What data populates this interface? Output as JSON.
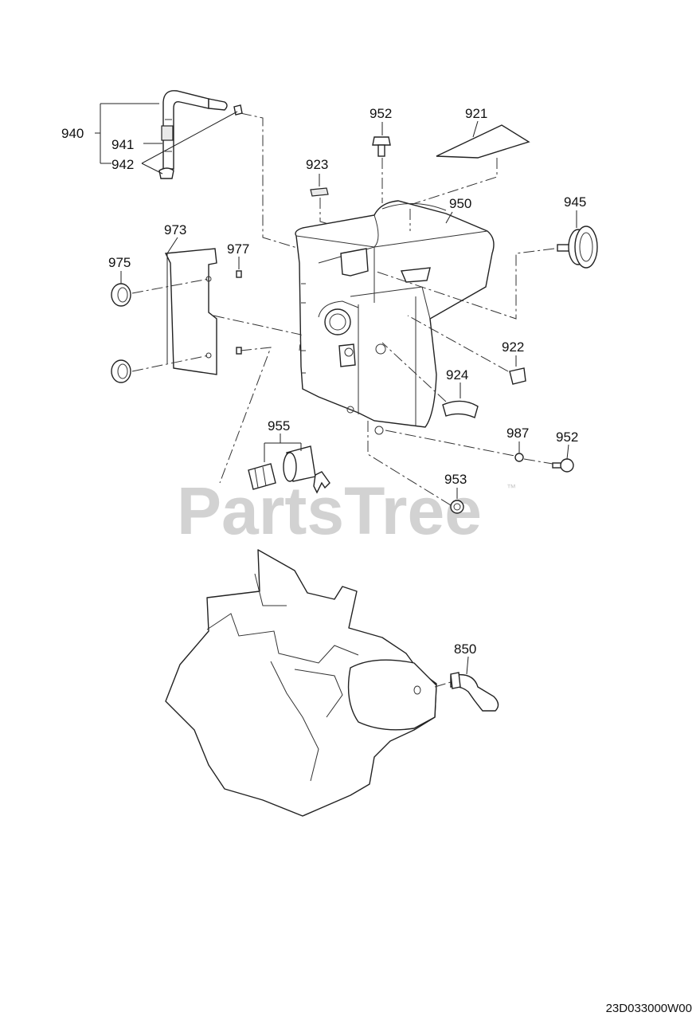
{
  "diagram": {
    "callouts": [
      {
        "id": "c940",
        "text": "940"
      },
      {
        "id": "c941",
        "text": "941"
      },
      {
        "id": "c942",
        "text": "942"
      },
      {
        "id": "c952a",
        "text": "952"
      },
      {
        "id": "c921",
        "text": "921"
      },
      {
        "id": "c923",
        "text": "923"
      },
      {
        "id": "c950",
        "text": "950"
      },
      {
        "id": "c945",
        "text": "945"
      },
      {
        "id": "c973",
        "text": "973"
      },
      {
        "id": "c977",
        "text": "977"
      },
      {
        "id": "c975",
        "text": "975"
      },
      {
        "id": "c922",
        "text": "922"
      },
      {
        "id": "c924",
        "text": "924"
      },
      {
        "id": "c955",
        "text": "955"
      },
      {
        "id": "c987",
        "text": "987"
      },
      {
        "id": "c952b",
        "text": "952"
      },
      {
        "id": "c953",
        "text": "953"
      },
      {
        "id": "c850",
        "text": "850"
      }
    ],
    "watermark": {
      "text": "PartsTree",
      "mark": "™"
    },
    "drawing_id": "23D033000W00"
  }
}
